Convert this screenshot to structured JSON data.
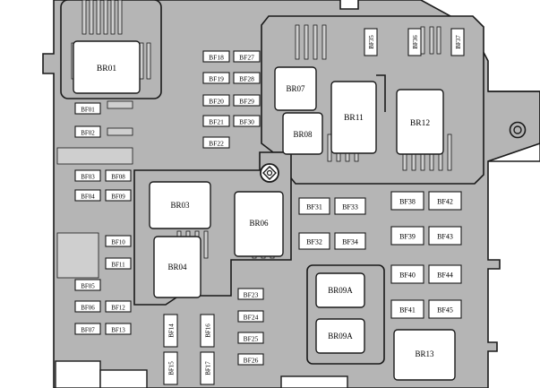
{
  "colors": {
    "housing": "#b5b5b5",
    "outline": "#1a1a1a",
    "relay_fill": "#ffffff",
    "fuse_fill": "#ffffff",
    "slot_fill": "#cfcfcf"
  },
  "relays": [
    {
      "id": "br01",
      "label": "BR01"
    },
    {
      "id": "br07",
      "label": "BR07"
    },
    {
      "id": "br08",
      "label": "BR08"
    },
    {
      "id": "br11",
      "label": "BR11"
    },
    {
      "id": "br12",
      "label": "BR12"
    },
    {
      "id": "br03",
      "label": "BR03"
    },
    {
      "id": "br06",
      "label": "BR06"
    },
    {
      "id": "br04",
      "label": "BR04"
    },
    {
      "id": "br09a-1",
      "label": "BR09A"
    },
    {
      "id": "br09a-2",
      "label": "BR09A"
    },
    {
      "id": "br13",
      "label": "BR13"
    }
  ],
  "fuses": [
    {
      "id": "bf01",
      "label": "BF01"
    },
    {
      "id": "bf02",
      "label": "BF02"
    },
    {
      "id": "bf03",
      "label": "BF03"
    },
    {
      "id": "bf08",
      "label": "BF08"
    },
    {
      "id": "bf04",
      "label": "BF04"
    },
    {
      "id": "bf09",
      "label": "BF09"
    },
    {
      "id": "bf10",
      "label": "BF10"
    },
    {
      "id": "bf11",
      "label": "BF11"
    },
    {
      "id": "bf05",
      "label": "BF05"
    },
    {
      "id": "bf06",
      "label": "BF06"
    },
    {
      "id": "bf12",
      "label": "BF12"
    },
    {
      "id": "bf07",
      "label": "BF07"
    },
    {
      "id": "bf13",
      "label": "BF13"
    },
    {
      "id": "bf18",
      "label": "BF18"
    },
    {
      "id": "bf27",
      "label": "BF27"
    },
    {
      "id": "bf19",
      "label": "BF19"
    },
    {
      "id": "bf28",
      "label": "BF28"
    },
    {
      "id": "bf20",
      "label": "BF20"
    },
    {
      "id": "bf29",
      "label": "BF29"
    },
    {
      "id": "bf21",
      "label": "BF21"
    },
    {
      "id": "bf30",
      "label": "BF30"
    },
    {
      "id": "bf22",
      "label": "BF22"
    },
    {
      "id": "bf31",
      "label": "BF31"
    },
    {
      "id": "bf33",
      "label": "BF33"
    },
    {
      "id": "bf32",
      "label": "BF32"
    },
    {
      "id": "bf34",
      "label": "BF34"
    },
    {
      "id": "bf38",
      "label": "BF38"
    },
    {
      "id": "bf42",
      "label": "BF42"
    },
    {
      "id": "bf39",
      "label": "BF39"
    },
    {
      "id": "bf43",
      "label": "BF43"
    },
    {
      "id": "bf40",
      "label": "BF40"
    },
    {
      "id": "bf44",
      "label": "BF44"
    },
    {
      "id": "bf41",
      "label": "BF41"
    },
    {
      "id": "bf45",
      "label": "BF45"
    },
    {
      "id": "bf23",
      "label": "BF23"
    },
    {
      "id": "bf24",
      "label": "BF24"
    },
    {
      "id": "bf25",
      "label": "BF25"
    },
    {
      "id": "bf26",
      "label": "BF26"
    },
    {
      "id": "bf14",
      "label": "BF14"
    },
    {
      "id": "bf16",
      "label": "BF16"
    },
    {
      "id": "bf15",
      "label": "BF15"
    },
    {
      "id": "bf17",
      "label": "BF17"
    },
    {
      "id": "bf35",
      "label": "BF35"
    },
    {
      "id": "bf36",
      "label": "BF36"
    },
    {
      "id": "bf37",
      "label": "BF37"
    }
  ]
}
